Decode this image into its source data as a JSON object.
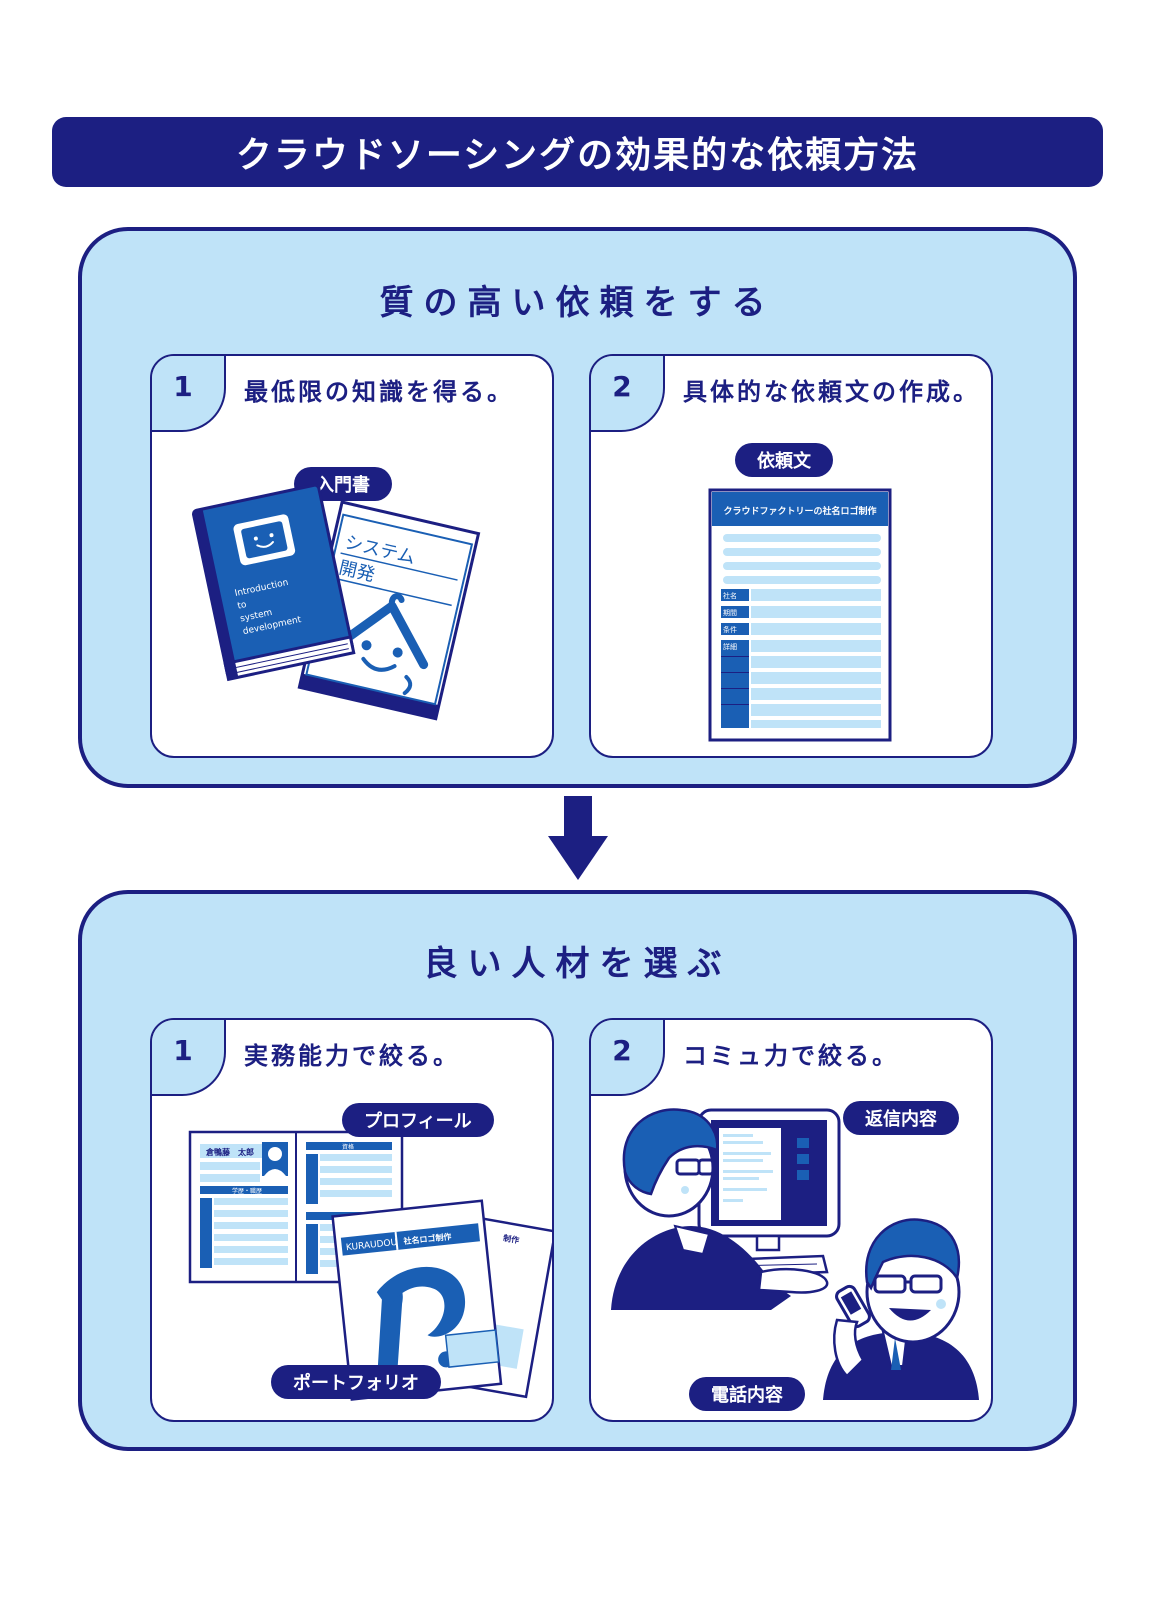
{
  "main_title": "クラウドソーシングの効果的な依頼方法",
  "colors": {
    "navy": "#1c1f82",
    "light_blue": "#bfe3f8",
    "blue": "#1a5fb4"
  },
  "section1": {
    "title": "質の高い依頼をする",
    "card1": {
      "number": "1",
      "heading": "最低限の知識を得る。",
      "tag": "入門書",
      "book_blue_text": [
        "Introduction",
        "to",
        "system",
        "development"
      ],
      "book_white_text": [
        "システム",
        "開発"
      ]
    },
    "card2": {
      "number": "2",
      "heading": "具体的な依頼文の作成。",
      "tag": "依頼文",
      "doc_title": "クラウドファクトリーの社名ロゴ制作",
      "doc_labels": [
        "社名",
        "期間",
        "条件",
        "詳細"
      ]
    }
  },
  "section2": {
    "title": "良い人材を選ぶ",
    "card1": {
      "number": "1",
      "heading": "実務能力で絞る。",
      "tag_top": "プロフィール",
      "tag_bottom": "ポートフォリオ",
      "profile_name": "倉鴨藤　太郎",
      "profile_sub": "学歴・職歴",
      "profile_label": "資格",
      "portfolio_brand": "KURAUDOU",
      "portfolio_title": "社名ロゴ制作",
      "portfolio_back_title": "制作"
    },
    "card2": {
      "number": "2",
      "heading": "コミュ力で絞る。",
      "tag_top": "返信内容",
      "tag_bottom": "電話内容"
    }
  },
  "icons": [
    "down-arrow-icon",
    "smiley-monitor-icon",
    "person-at-computer-icon",
    "person-on-phone-icon"
  ]
}
